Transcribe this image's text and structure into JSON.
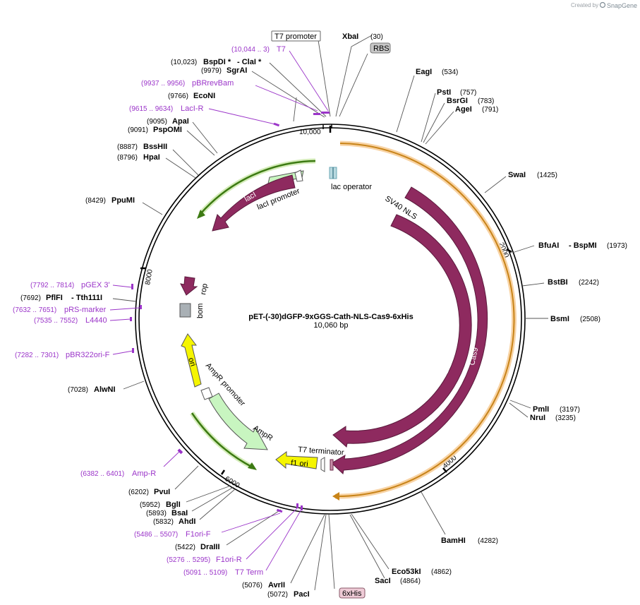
{
  "credit": {
    "prefix": "Created by",
    "brand": "SnapGene"
  },
  "plasmid": {
    "name": "pET-(-30)dGFP-9xGGS-Cath-NLS-Cas9-6xHis",
    "length": "10,060 bp"
  },
  "ticks": [
    "2000",
    "4000",
    "6000",
    "8000",
    "10,000"
  ],
  "sites": {
    "xbai": {
      "name": "XbaI",
      "pos": "(30)"
    },
    "eagi": {
      "name": "EagI",
      "pos": "(534)"
    },
    "psti": {
      "name": "PstI",
      "pos": "(757)"
    },
    "bsrgi": {
      "name": "BsrGI",
      "pos": "(783)"
    },
    "agei": {
      "name": "AgeI",
      "pos": "(791)"
    },
    "swai": {
      "name": "SwaI",
      "pos": "(1425)"
    },
    "bfuai": {
      "name": "BfuAI",
      "name2": "- BspMI",
      "pos": "(1973)"
    },
    "bstbi": {
      "name": "BstBI",
      "pos": "(2242)"
    },
    "bsmi": {
      "name": "BsmI",
      "pos": "(2508)"
    },
    "pmli": {
      "name": "PmlI",
      "pos": "(3197)"
    },
    "nrui": {
      "name": "NruI",
      "pos": "(3235)"
    },
    "bamhi": {
      "name": "BamHI",
      "pos": "(4282)"
    },
    "eco53ki": {
      "name": "Eco53kI",
      "pos": "(4862)"
    },
    "saci": {
      "name": "SacI",
      "pos": "(4864)"
    },
    "paci": {
      "name": "PacI",
      "pos": "(5072)"
    },
    "avrii": {
      "name": "AvrII",
      "pos": "(5076)"
    },
    "draiii": {
      "name": "DraIII",
      "pos": "(5422)"
    },
    "ahdi": {
      "name": "AhdI",
      "pos": "(5832)"
    },
    "bsai": {
      "name": "BsaI",
      "pos": "(5893)"
    },
    "bgli": {
      "name": "BglI",
      "pos": "(5952)"
    },
    "pvui": {
      "name": "PvuI",
      "pos": "(6202)"
    },
    "alwni": {
      "name": "AlwNI",
      "pos": "(7028)"
    },
    "pflfi": {
      "name": "PflFI",
      "name2": "- Tth111I",
      "pos": "(7692)"
    },
    "ppumi": {
      "name": "PpuMI",
      "pos": "(8429)"
    },
    "hpai": {
      "name": "HpaI",
      "pos": "(8796)"
    },
    "bsshii": {
      "name": "BssHII",
      "pos": "(8887)"
    },
    "pspomi": {
      "name": "PspOMI",
      "pos": "(9091)"
    },
    "apai": {
      "name": "ApaI",
      "pos": "(9095)"
    },
    "econi": {
      "name": "EcoNI",
      "pos": "(9766)"
    },
    "sgrai": {
      "name": "SgrAI",
      "pos": "(9979)"
    },
    "bspdi": {
      "name": "BspDI *",
      "name2": "- ClaI *",
      "pos": "(10,023)"
    }
  },
  "primers": {
    "t7": {
      "name": "T7",
      "range": "(10,044 .. 3)"
    },
    "pbrrevbam": {
      "name": "pBRrevBam",
      "range": "(9937 .. 9956)"
    },
    "laciR": {
      "name": "LacI-R",
      "range": "(9615 .. 9634)"
    },
    "pgex3": {
      "name": "pGEX 3'",
      "range": "(7792 .. 7814)"
    },
    "prsmarker": {
      "name": "pRS-marker",
      "range": "(7632 .. 7651)"
    },
    "l4440": {
      "name": "L4440",
      "range": "(7535 .. 7552)"
    },
    "pbr322ori": {
      "name": "pBR322ori-F",
      "range": "(7282 .. 7301)"
    },
    "ampr": {
      "name": "Amp-R",
      "range": "(6382 .. 6401)"
    },
    "f1oriF": {
      "name": "F1ori-F",
      "range": "(5486 .. 5507)"
    },
    "f1oriR": {
      "name": "F1ori-R",
      "range": "(5276 .. 5295)"
    },
    "t7term": {
      "name": "T7 Term",
      "range": "(5091 .. 5109)"
    }
  },
  "boxed": {
    "t7promoter": "T7 promoter",
    "rbs": "RBS",
    "his6": "6xHis"
  },
  "features": {
    "laci": "lacI",
    "laci_promoter": "lacI promoter",
    "lac_operator": "lac operator",
    "sv40": "SV40 NLS",
    "cas9_inner": "Cas9",
    "cas9_outer": "Cas9",
    "rop": "rop",
    "bom": "bom",
    "ori": "ori",
    "ampr_promoter": "AmpR promoter",
    "ampr": "AmpR",
    "t7_terminator": "T7 terminator",
    "f1_ori": "f1 ori"
  },
  "colors": {
    "backbone": "#000000",
    "cds": "#8e2a5f",
    "orf": "#e8a23c",
    "promoter_green": "#7ebf3a",
    "ori_yellow": "#f5f500",
    "ampr_fill": "#c8f5c0",
    "primer": "#9b35c9",
    "lac_operator": "#6aa7b5"
  }
}
